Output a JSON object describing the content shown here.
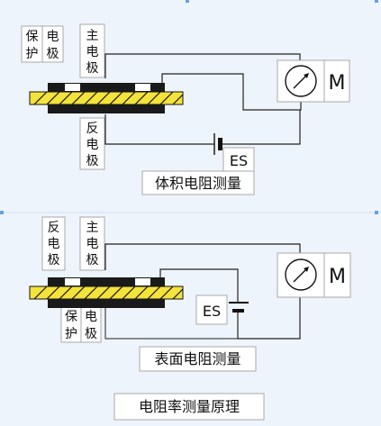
{
  "colors": {
    "background": "#eef4fb",
    "sample": "#f4e33a",
    "electrode": "#1a1a1a",
    "divider": "#6aa0e0"
  },
  "top": {
    "guard_label": [
      "保",
      "护",
      "电",
      "极"
    ],
    "main_label": [
      "主",
      "电",
      "极"
    ],
    "counter_label": [
      "反",
      "电",
      "极"
    ],
    "meter_label": "M",
    "source_label": "ES",
    "caption": "体积电阻测量"
  },
  "bottom": {
    "counter_label": [
      "反",
      "电",
      "极"
    ],
    "main_label": [
      "主",
      "电",
      "极"
    ],
    "guard_label": [
      "保",
      "护",
      "电",
      "极"
    ],
    "meter_label": "M",
    "source_label": "ES",
    "caption": "表面电阻测量"
  },
  "footer": {
    "caption": "电阻率测量原理"
  },
  "icons": [
    "ammeter-icon",
    "battery-icon"
  ]
}
